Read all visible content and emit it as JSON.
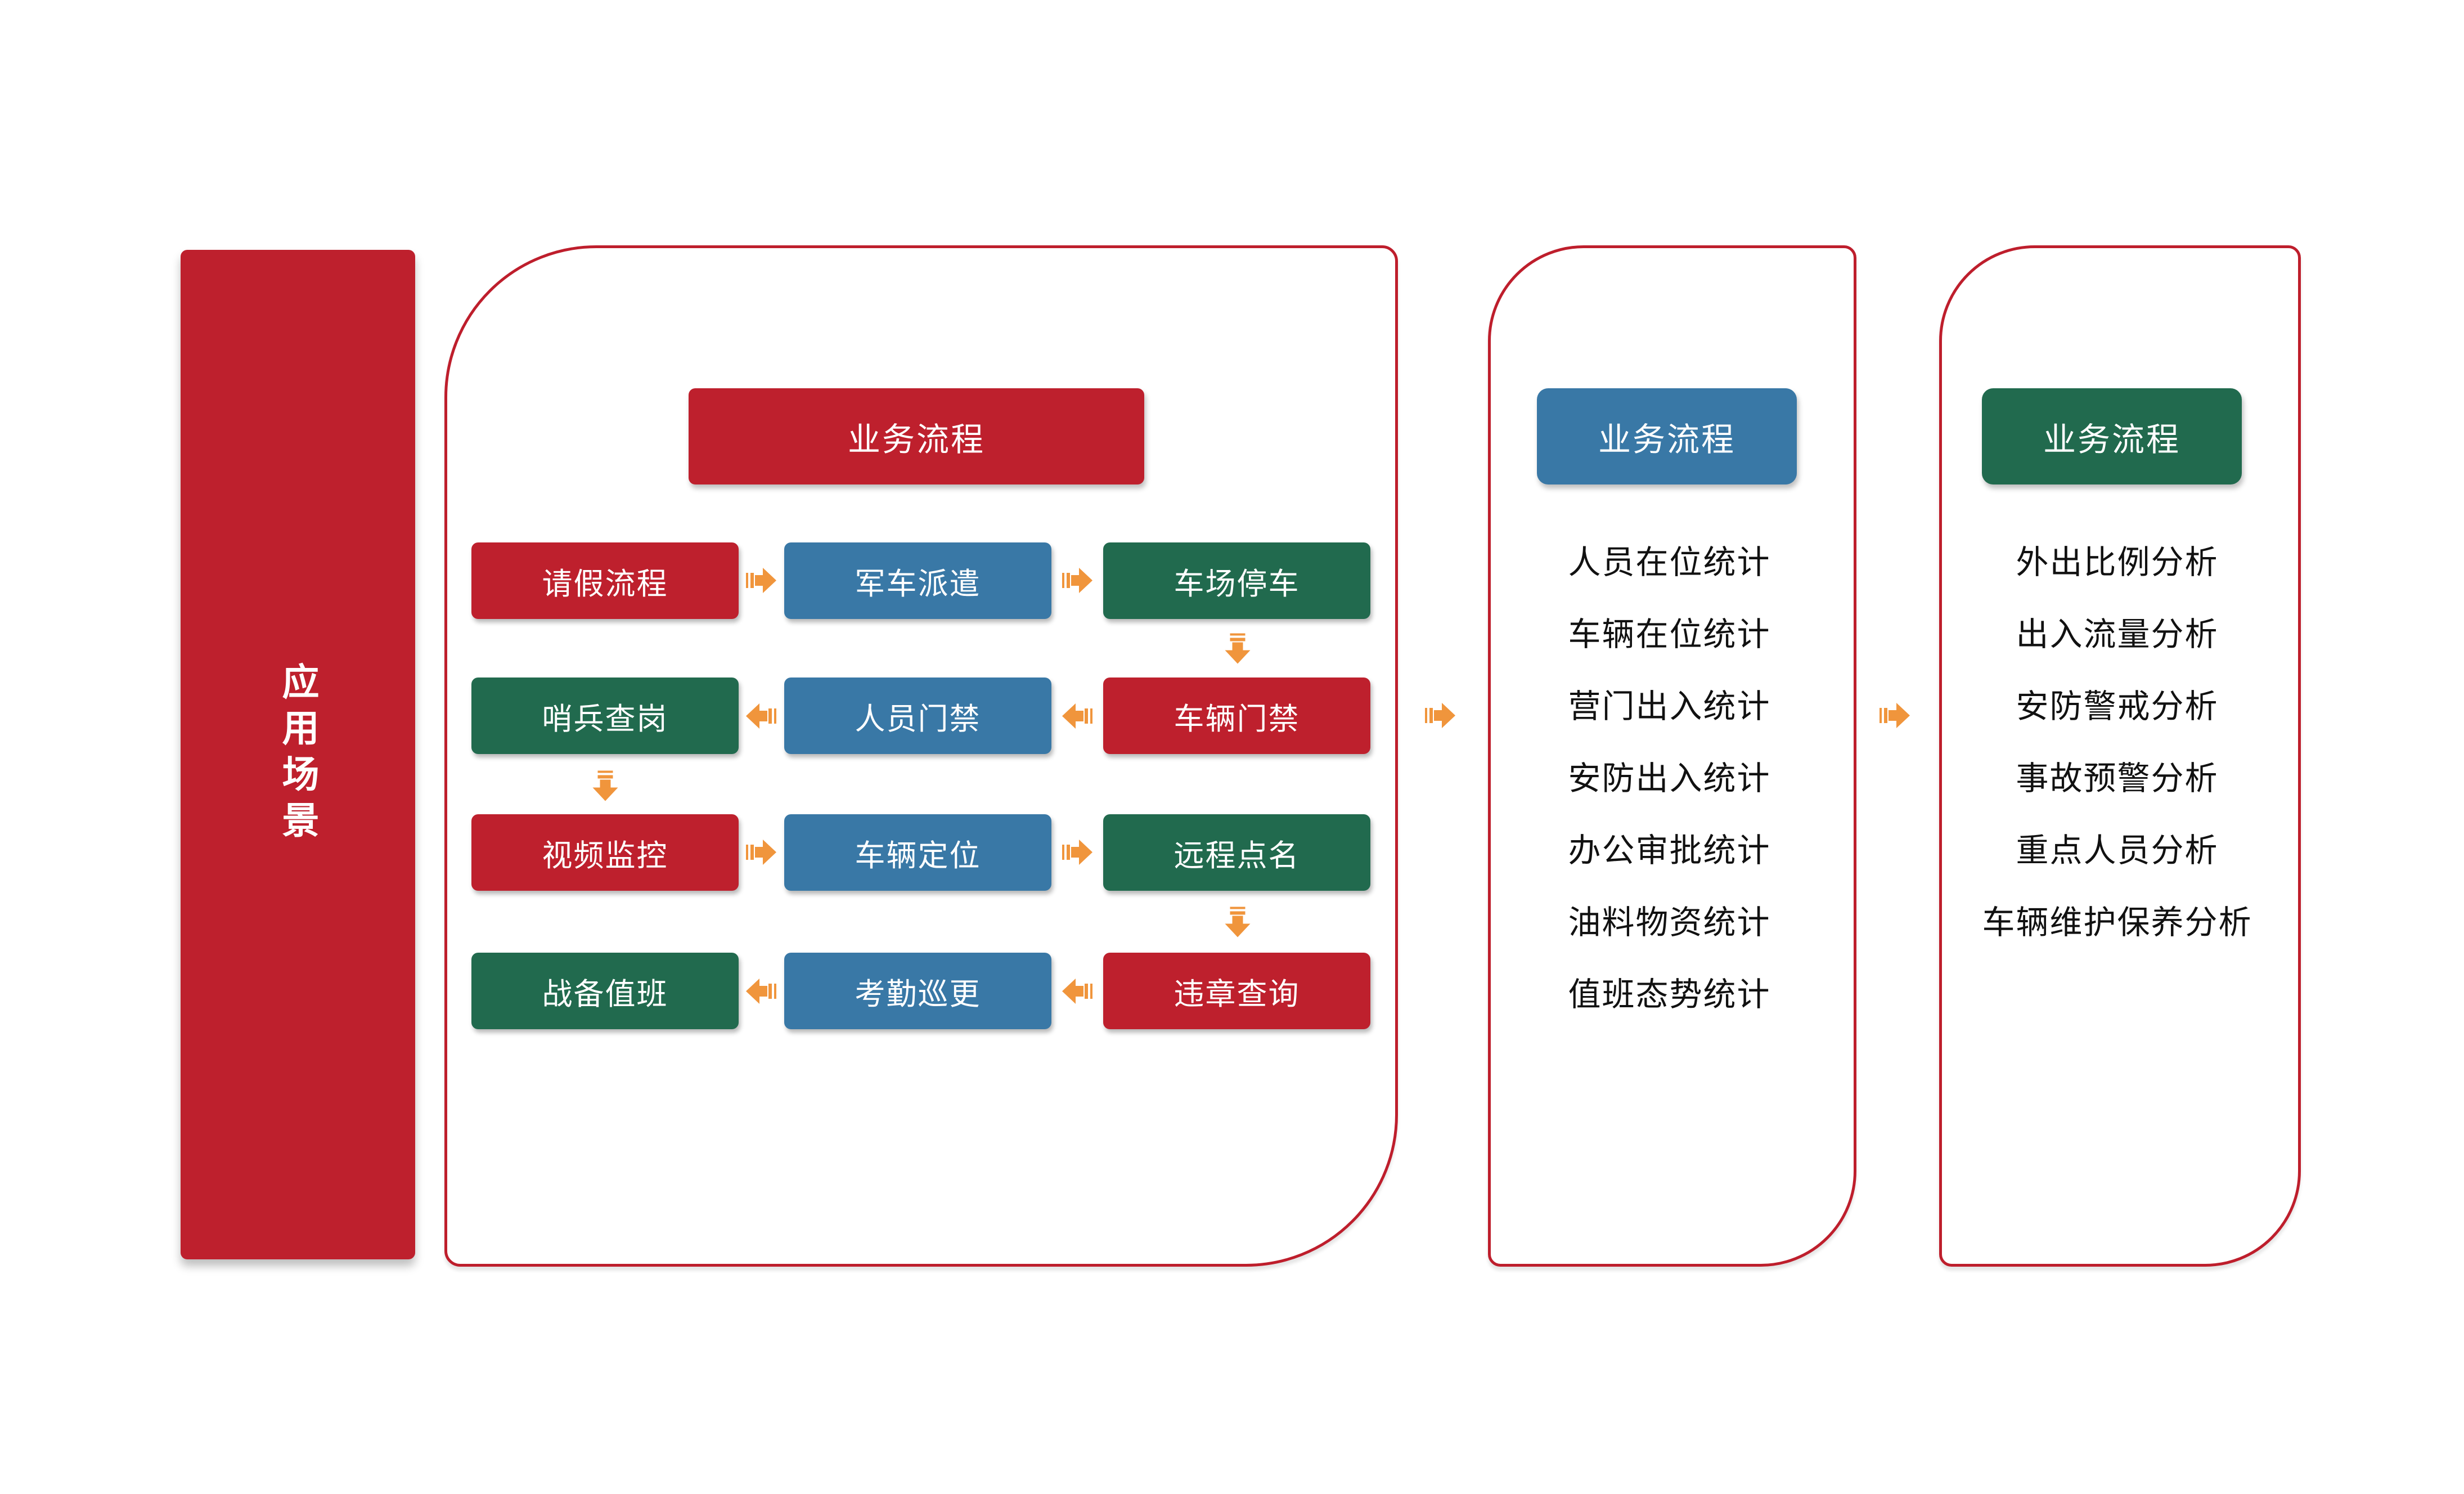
{
  "colors": {
    "red": "#BE202D",
    "blue": "#3978A6",
    "green": "#216A4E",
    "orange": "#F0953C",
    "panel-border": "#BE1E2C"
  },
  "left_bar": {
    "label": "应用场景"
  },
  "main_panel": {
    "header": "业务流程",
    "rows": [
      {
        "cells": [
          {
            "label": "请假流程"
          },
          {
            "label": "军车派遣"
          },
          {
            "label": "车场停车"
          }
        ]
      },
      {
        "cells": [
          {
            "label": "哨兵查岗"
          },
          {
            "label": "人员门禁"
          },
          {
            "label": "车辆门禁"
          }
        ]
      },
      {
        "cells": [
          {
            "label": "视频监控"
          },
          {
            "label": "车辆定位"
          },
          {
            "label": "远程点名"
          }
        ]
      },
      {
        "cells": [
          {
            "label": "战备值班"
          },
          {
            "label": "考勤巡更"
          },
          {
            "label": "违章查询"
          }
        ]
      }
    ]
  },
  "panel2": {
    "header": "业务流程",
    "items": [
      "人员在位统计",
      "车辆在位统计",
      "营门出入统计",
      "安防出入统计",
      "办公审批统计",
      "油料物资统计",
      "值班态势统计"
    ]
  },
  "panel3": {
    "header": "业务流程",
    "items": [
      "外出比例分析",
      "出入流量分析",
      "安防警戒分析",
      "事故预警分析",
      "重点人员分析",
      "车辆维护保养分析"
    ]
  }
}
